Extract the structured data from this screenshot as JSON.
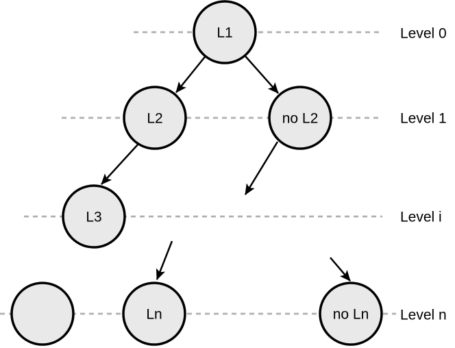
{
  "diagram": {
    "type": "binary-tree-with-levels",
    "nodes": {
      "l1": {
        "label": "L1",
        "level": "Level 0"
      },
      "l2": {
        "label": "L2",
        "level": "Level 1"
      },
      "no_l2": {
        "label": "no L2",
        "level": "Level 1"
      },
      "l3": {
        "label": "L3",
        "level": "Level i"
      },
      "unlabeled": {
        "label": "",
        "level": "Level n"
      },
      "ln": {
        "label": "Ln",
        "level": "Level n"
      },
      "no_ln": {
        "label": "no Ln",
        "level": "Level n"
      }
    },
    "levels": {
      "level0": {
        "label": "Level 0"
      },
      "level1": {
        "label": "Level 1"
      },
      "leveli": {
        "label": "Level i"
      },
      "leveln": {
        "label": "Level n"
      }
    },
    "edges": [
      {
        "from": "l1",
        "to": "l2"
      },
      {
        "from": "l1",
        "to": "no_l2"
      },
      {
        "from": "l2",
        "to": "l3"
      },
      {
        "from": "no_l2",
        "to": null
      },
      {
        "from": null,
        "to": "ln"
      },
      {
        "from": null,
        "to": "no_ln"
      }
    ],
    "colors": {
      "node_fill": "#e9e9e9",
      "node_stroke": "#000000",
      "dashed_line": "#b0b0b0",
      "arrow": "#000000",
      "text": "#000000",
      "background": "#ffffff"
    }
  }
}
